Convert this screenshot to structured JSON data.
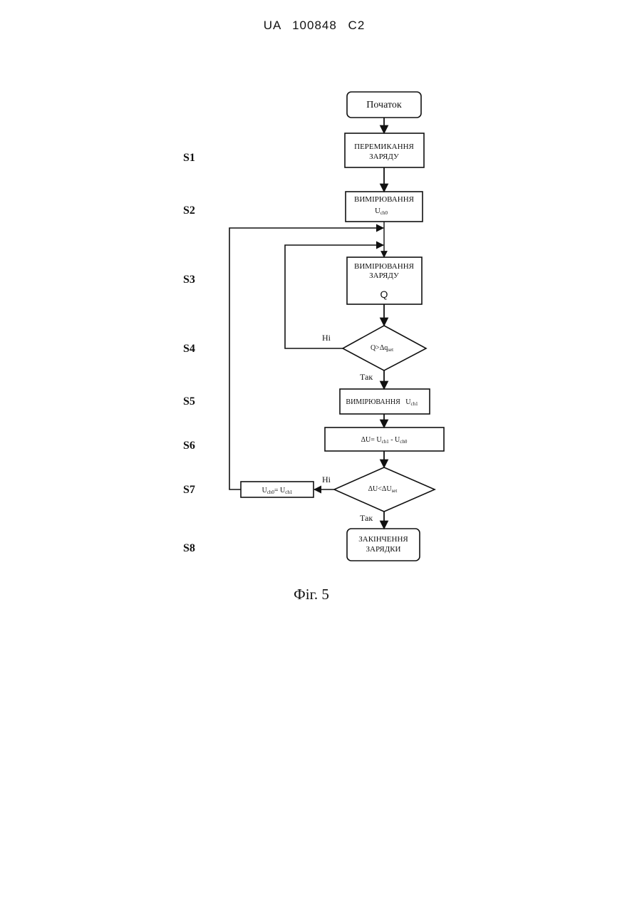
{
  "header": {
    "doc_id": "UA 100848 C2"
  },
  "flowchart": {
    "steps": [
      "S1",
      "S2",
      "S3",
      "S4",
      "S5",
      "S6",
      "S7",
      "S8"
    ],
    "nodes": {
      "start": "Початок",
      "switch_charge_l1": "ПЕРЕМИКАННЯ",
      "switch_charge_l2": "ЗАРЯДУ",
      "measure_u0_l1": "ВИМІРЮВАННЯ",
      "measure_u0_base": "U",
      "measure_u0_sub": "ch0",
      "measure_q_l1": "ВИМІРЮВАННЯ",
      "measure_q_l2": "ЗАРЯДУ",
      "measure_q_l3": "Q",
      "decision_q_base": "Q>Δq",
      "decision_q_sub": "set",
      "measure_u1_text": "ВИМІРЮВАННЯ   U",
      "measure_u1_sub": "ch1",
      "delta_u_a": "ΔU= U",
      "delta_u_sub1": "ch1",
      "delta_u_b": " - U",
      "delta_u_sub0": "ch0",
      "decision_u_base": "ΔU<ΔU",
      "decision_u_sub": "set",
      "assign_a": "U",
      "assign_sub0": "ch0",
      "assign_b": "= U",
      "assign_sub1": "ch1",
      "end_l1": "ЗАКІНЧЕННЯ",
      "end_l2": "ЗАРЯДКИ"
    },
    "edge_labels": {
      "no_1": "Ні",
      "yes_1": "Так",
      "no_2": "Ні",
      "yes_2": "Так"
    }
  },
  "caption": "Фіг. 5",
  "colors": {
    "line": "#111111",
    "background": "#ffffff"
  }
}
